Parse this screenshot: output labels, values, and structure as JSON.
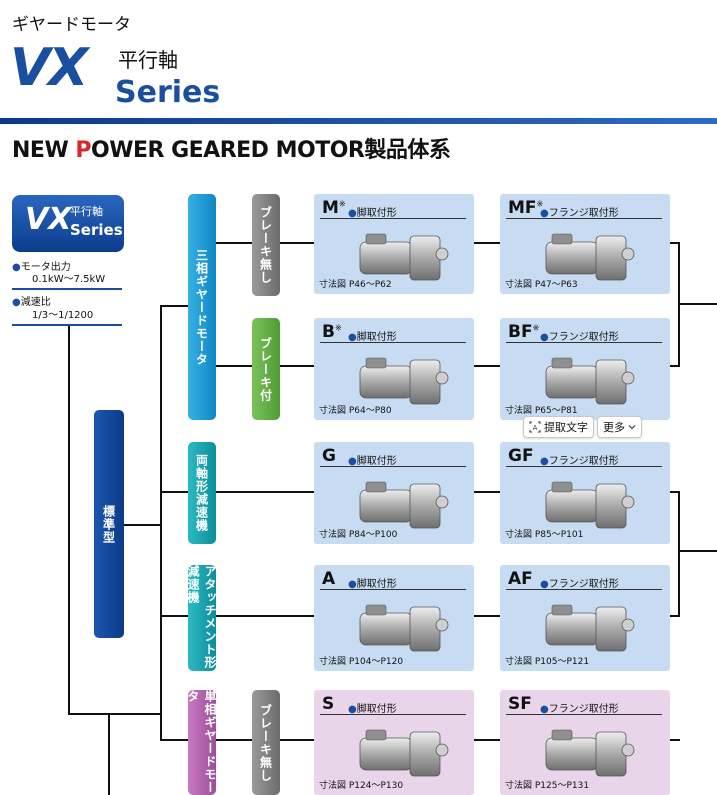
{
  "header": {
    "kicker": "ギヤードモータ",
    "vx": "VX",
    "heikojiku": "平行軸",
    "series": "Series",
    "tagline_prefix": "NEW ",
    "tagline_red": "P",
    "tagline_rest": "OWER GEARED MOTOR製品体系",
    "accent_red": "#d9272d",
    "accent_blue": "#1a4fa0"
  },
  "badge": {
    "vx": "VX",
    "sub": "平行軸",
    "series": "Series"
  },
  "specs": {
    "output_label": "モータ出力",
    "output_value": "0.1kW～7.5kW",
    "ratio_label": "減速比",
    "ratio_value": "1/3～1/1200"
  },
  "categories": {
    "standard": "標準型",
    "three_phase": "三相ギヤードモータ",
    "dual_shaft": "両軸形減速機",
    "attachment": "アタッチメント形減速機",
    "single_phase": "単相ギヤードモータ",
    "no_brake": "ブレーキ無し",
    "with_brake": "ブレーキ付",
    "no_brake_2": "ブレーキ無し"
  },
  "products": [
    {
      "model": "M",
      "note": "※",
      "type": "脚取付形",
      "dim": "寸法図 P46～P62"
    },
    {
      "model": "MF",
      "note": "※",
      "type": "フランジ取付形",
      "dim": "寸法図 P47～P63"
    },
    {
      "model": "B",
      "note": "※",
      "type": "脚取付形",
      "dim": "寸法図 P64～P80"
    },
    {
      "model": "BF",
      "note": "※",
      "type": "フランジ取付形",
      "dim": "寸法図 P65～P81"
    },
    {
      "model": "G",
      "note": "",
      "type": "脚取付形",
      "dim": "寸法図 P84～P100"
    },
    {
      "model": "GF",
      "note": "",
      "type": "フランジ取付形",
      "dim": "寸法図 P85～P101"
    },
    {
      "model": "A",
      "note": "",
      "type": "脚取付形",
      "dim": "寸法図 P104～P120"
    },
    {
      "model": "AF",
      "note": "",
      "type": "フランジ取付形",
      "dim": "寸法図 P105～P121"
    },
    {
      "model": "S",
      "note": "",
      "type": "脚取付形",
      "dim": "寸法図 P124～P130"
    },
    {
      "model": "SF",
      "note": "",
      "type": "フランジ取付形",
      "dim": "寸法図 P125～P131"
    }
  ],
  "toolbar": {
    "extract": "提取文字",
    "more": "更多"
  },
  "icons": {
    "extract": "text-extract-icon",
    "more": "chevron-down-icon"
  }
}
